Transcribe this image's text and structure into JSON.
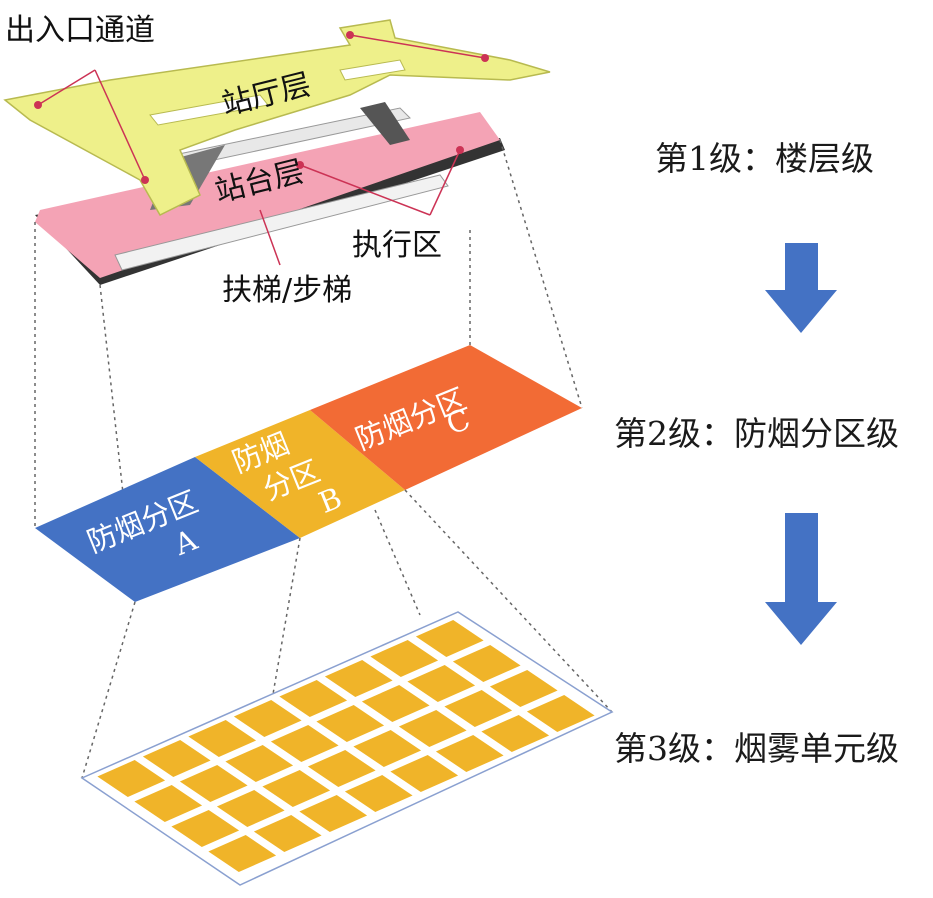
{
  "levels": {
    "level1": "第1级：楼层级",
    "level2": "第2级：防烟分区级",
    "level3": "第3级：烟雾单元级"
  },
  "callouts": {
    "entrance": "出入口通道",
    "hall": "站厅层",
    "platform": "站台层",
    "exec_zone": "执行区",
    "escalator": "扶梯/步梯"
  },
  "zones": {
    "a": {
      "line1": "防烟分区",
      "line2": "A",
      "color": "#4472c4"
    },
    "b": {
      "line1": "防烟",
      "line2": "分区",
      "line3": "B",
      "color": "#f0b429"
    },
    "c": {
      "line1": "防烟分区",
      "line2": "C",
      "color": "#f26b35"
    }
  },
  "colors": {
    "hall_floor": "#eef08a",
    "platform_floor": "#f4a3b5",
    "train": "#e8e8e8",
    "arrow": "#4472c4",
    "cell": "#f0b429",
    "guide_line": "#cc3355"
  },
  "grid": {
    "rows": 4,
    "cols": 8
  }
}
